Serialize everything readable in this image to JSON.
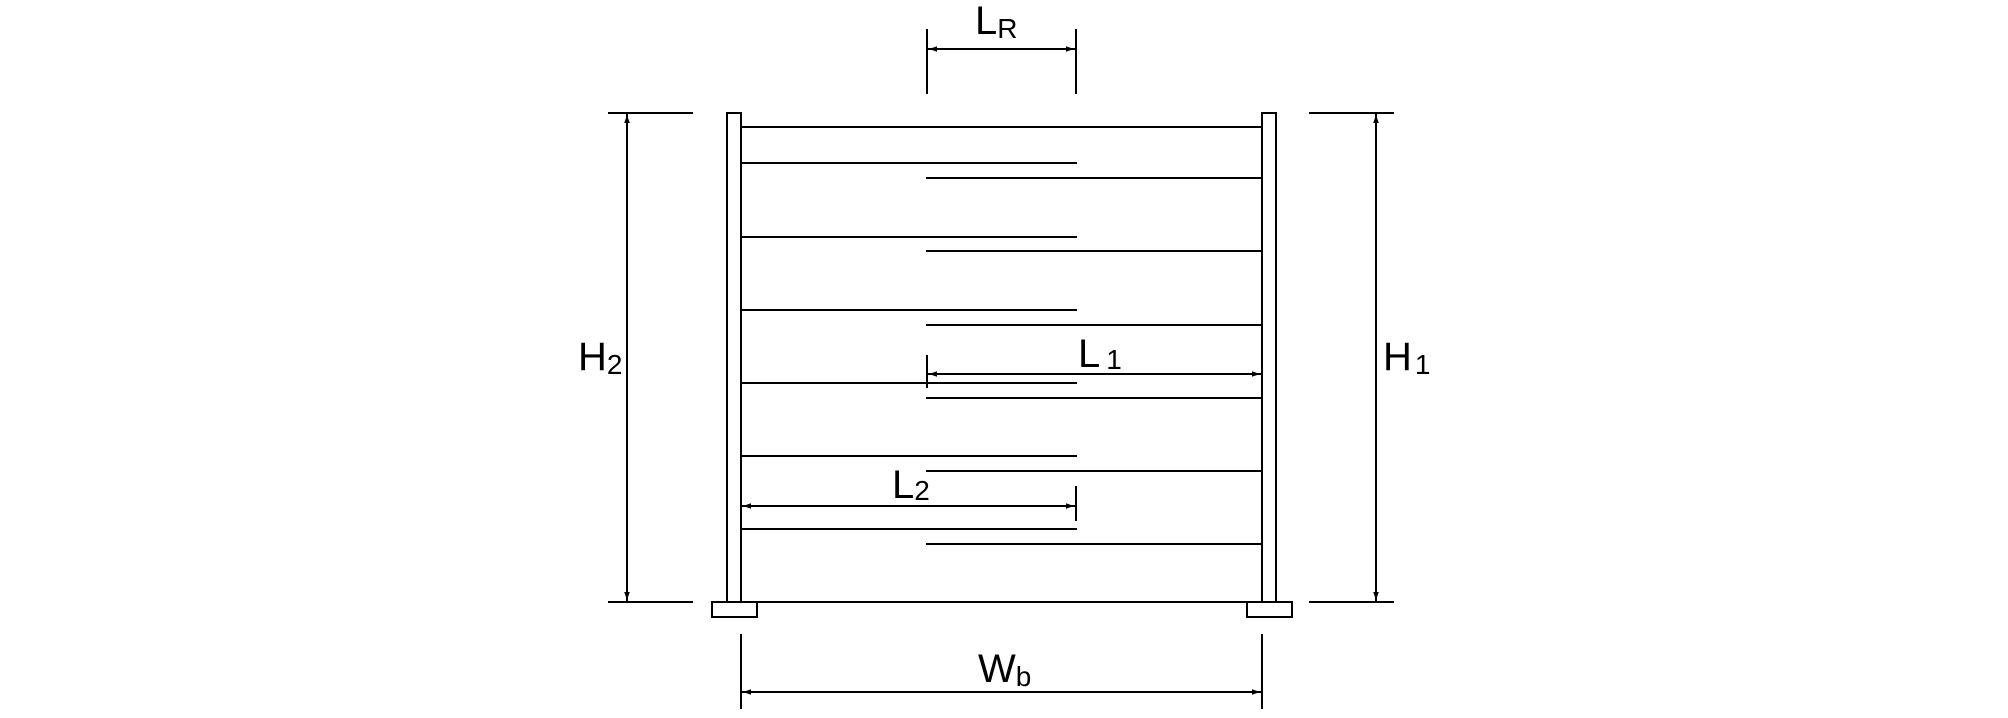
{
  "labels": {
    "LR": {
      "main": "L",
      "sub": "R"
    },
    "L1": {
      "main": "L",
      "sub": "1"
    },
    "L2": {
      "main": "L",
      "sub": "2"
    },
    "H1": {
      "main": "H",
      "sub": "1"
    },
    "H2": {
      "main": "H",
      "sub": "2"
    },
    "Wb": {
      "main": "W",
      "sub": "b"
    }
  }
}
